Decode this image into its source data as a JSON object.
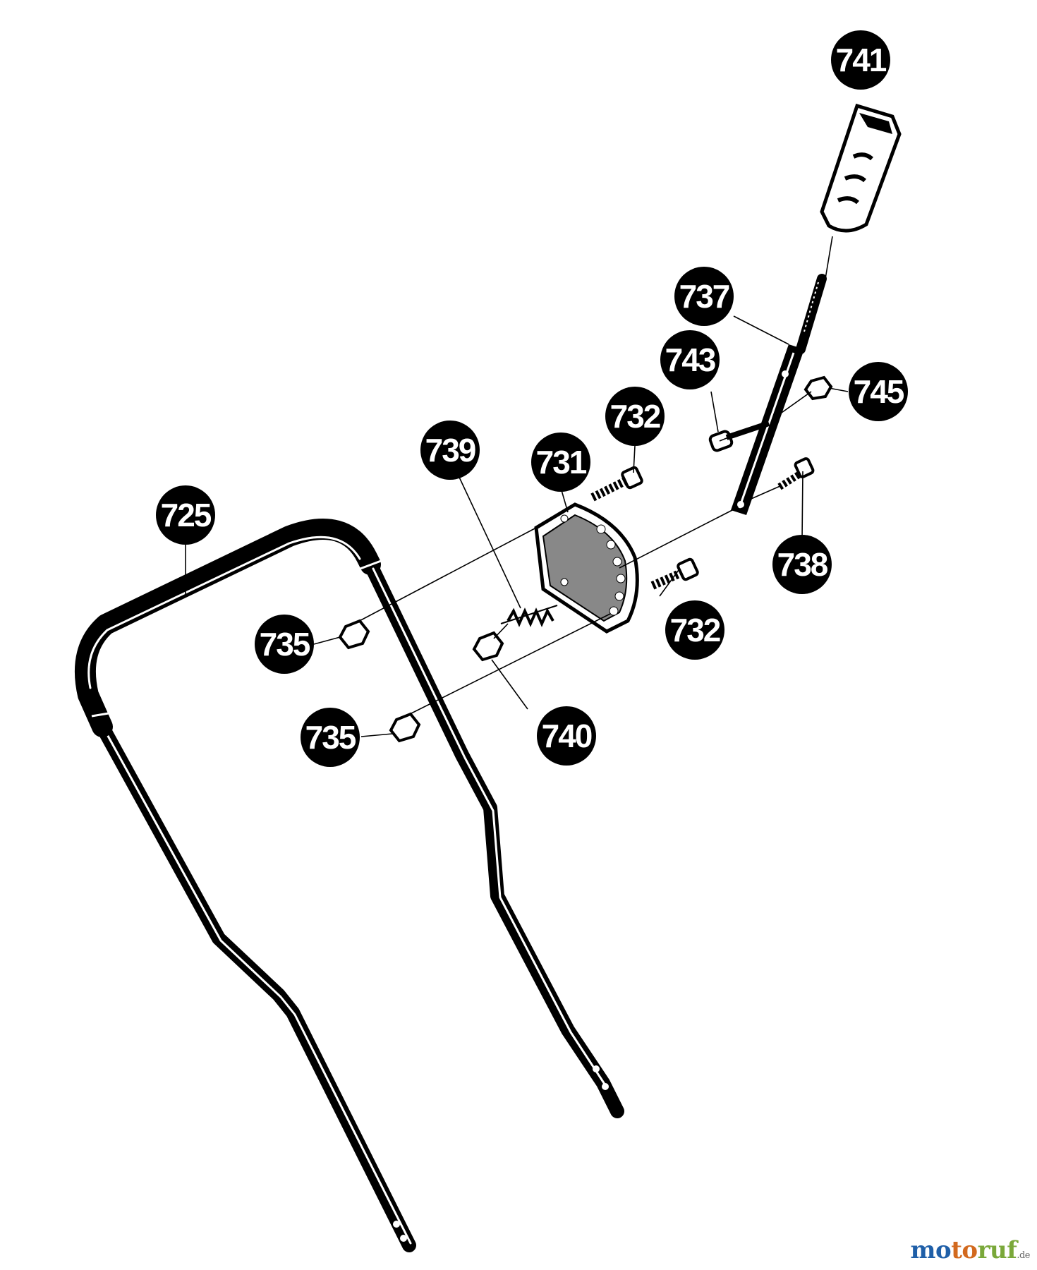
{
  "callouts": {
    "c741": "741",
    "c737": "737",
    "c743": "743",
    "c745": "745",
    "c732a": "732",
    "c739": "739",
    "c731": "731",
    "c725": "725",
    "c738": "738",
    "c735a": "735",
    "c732b": "732",
    "c740": "740",
    "c735b": "735"
  },
  "watermark": {
    "part1": "mo",
    "part2": "to",
    "part3": "ruf",
    "tld": ".de"
  },
  "colors": {
    "ink": "#000000",
    "background": "#ffffff",
    "callout_text": "#ffffff",
    "watermark_blue": "#1f5fa8",
    "watermark_orange": "#d2691e",
    "watermark_green": "#7aa83a"
  }
}
